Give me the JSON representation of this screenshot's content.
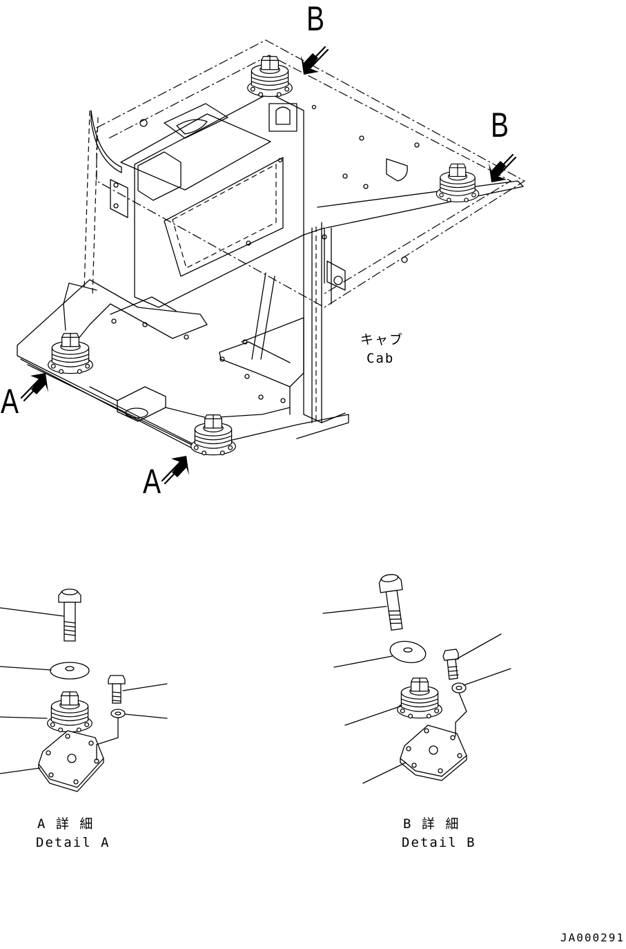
{
  "callouts": {
    "b_top": "B",
    "b_right": "B",
    "a_left": "A",
    "a_bottom": "A"
  },
  "cab_label": {
    "japanese": "キャブ",
    "english": "Cab"
  },
  "detail_a": {
    "japanese": "A 詳 細",
    "english": "Detail A"
  },
  "detail_b": {
    "japanese": "B 詳 細",
    "english": "Detail B"
  },
  "drawing_code": "JA000291",
  "icons": [
    "view-arrow-icon",
    "cab-mount-damper-icon",
    "bolt-icon",
    "washer-icon",
    "mount-plate-icon"
  ]
}
